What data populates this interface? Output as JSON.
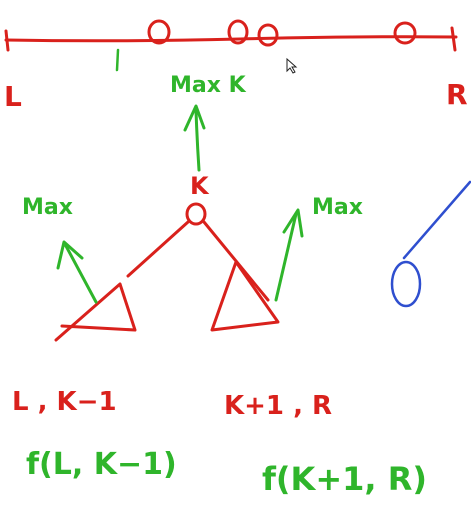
{
  "labels": {
    "left_end": "L",
    "right_end": "R",
    "max_k": "Max K",
    "root": "K",
    "max_left": "Max",
    "max_right": "Max",
    "left_range": "L , K−1",
    "right_range": "K+1 , R",
    "left_call": "f(L, K−1)",
    "right_call": "f(K+1, R)"
  },
  "colors": {
    "red": "#d9211c",
    "green": "#2fb52b",
    "blue": "#2f4fcf"
  }
}
